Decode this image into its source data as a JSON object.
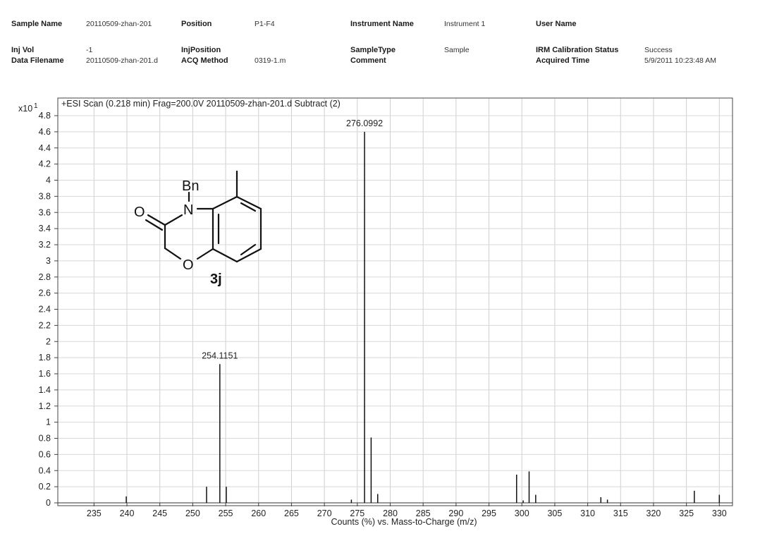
{
  "header": {
    "sample_name_label": "Sample Name",
    "sample_name": "20110509-zhan-201",
    "position_label": "Position",
    "position": "P1-F4",
    "instrument_name_label": "Instrument Name",
    "instrument_name": "Instrument 1",
    "user_name_label": "User Name",
    "user_name": "",
    "inj_vol_label": "Inj Vol",
    "inj_vol": "-1",
    "inj_position_label": "InjPosition",
    "inj_position": "",
    "sample_type_label": "SampleType",
    "sample_type": "Sample",
    "irm_label": "IRM Calibration Status",
    "irm_status": "Success",
    "data_filename_label": "Data Filename",
    "data_filename": "20110509-zhan-201.d",
    "acq_method_label": "ACQ Method",
    "acq_method": "0319-1.m",
    "comment_label": "Comment",
    "comment": "",
    "acquired_time_label": "Acquired Time",
    "acquired_time": "5/9/2011 10:23:48 AM"
  },
  "structure": {
    "bn_label": "Bn",
    "n_label": "N",
    "o_carbonyl_label": "O",
    "o_ring_label": "O",
    "compound_label": "3j"
  },
  "chart_data": {
    "type": "bar",
    "title": "+ESI Scan (0.218 min) Frag=200.0V 20110509-zhan-201.d  Subtract (2)",
    "xlabel": "Counts (%) vs. Mass-to-Charge (m/z)",
    "ylabel": "",
    "y_scale_label": "x10",
    "y_scale_exp": "1",
    "xlim": [
      229.5,
      332
    ],
    "ylim": [
      0,
      4.8
    ],
    "x_ticks": [
      235,
      240,
      245,
      250,
      255,
      260,
      265,
      270,
      275,
      280,
      285,
      290,
      295,
      300,
      305,
      310,
      315,
      320,
      325,
      330
    ],
    "y_ticks": [
      0,
      0.2,
      0.4,
      0.6,
      0.8,
      1,
      1.2,
      1.4,
      1.6,
      1.8,
      2,
      2.2,
      2.4,
      2.6,
      2.8,
      3,
      3.2,
      3.4,
      3.6,
      3.8,
      4,
      4.2,
      4.4,
      4.6,
      4.8
    ],
    "grid": true,
    "peaks": [
      {
        "mz": 239.9,
        "intensity": 0.08
      },
      {
        "mz": 252.1,
        "intensity": 0.2
      },
      {
        "mz": 254.1151,
        "intensity": 1.72,
        "label": "254.1151"
      },
      {
        "mz": 255.1,
        "intensity": 0.2
      },
      {
        "mz": 274.1,
        "intensity": 0.04
      },
      {
        "mz": 276.0992,
        "intensity": 4.6,
        "label": "276.0992"
      },
      {
        "mz": 277.1,
        "intensity": 0.81
      },
      {
        "mz": 278.1,
        "intensity": 0.11
      },
      {
        "mz": 299.2,
        "intensity": 0.35
      },
      {
        "mz": 300.2,
        "intensity": 0.03
      },
      {
        "mz": 301.1,
        "intensity": 0.39
      },
      {
        "mz": 302.1,
        "intensity": 0.1
      },
      {
        "mz": 312.0,
        "intensity": 0.07
      },
      {
        "mz": 313.0,
        "intensity": 0.04
      },
      {
        "mz": 326.2,
        "intensity": 0.15
      },
      {
        "mz": 330.0,
        "intensity": 0.1
      }
    ]
  }
}
